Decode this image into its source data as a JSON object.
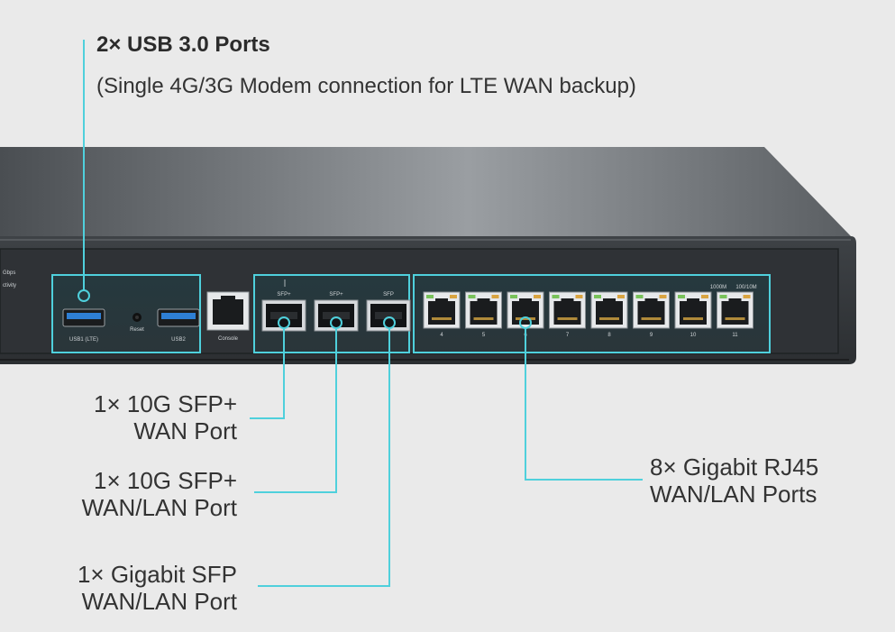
{
  "usb_callout": {
    "title": "2× USB 3.0 Ports",
    "subtitle": "(Single 4G/3G Modem connection for LTE WAN backup)"
  },
  "sfp_wan_callout": {
    "line1": "1× 10G SFP+",
    "line2": "WAN Port"
  },
  "sfp_wanlan_callout": {
    "line1": "1× 10G SFP+",
    "line2": "WAN/LAN Port"
  },
  "sfp_gigabit_callout": {
    "line1": "1× Gigabit SFP",
    "line2": "WAN/LAN Port"
  },
  "rj45_callout": {
    "line1": "8× Gigabit RJ45",
    "line2": "WAN/LAN Ports"
  },
  "panel_labels": {
    "usb1": "USB1 (LTE)",
    "reset": "Reset",
    "usb2": "USB2",
    "console": "Console",
    "sfp_plus_1": "SFP+",
    "sfp_plus_2": "SFP+",
    "sfp": "SFP",
    "speed_1000m": "1000M",
    "speed_100_10m": "100/10M",
    "rj45_ports": [
      "4",
      "5",
      "6",
      "7",
      "8",
      "9",
      "10",
      "11"
    ]
  },
  "colors": {
    "background": "#eaeaea",
    "highlight": "#4fd0dc",
    "chassis": "#3a3e42",
    "port_led_green": "#78c25a",
    "port_led_amber": "#d9a441"
  }
}
